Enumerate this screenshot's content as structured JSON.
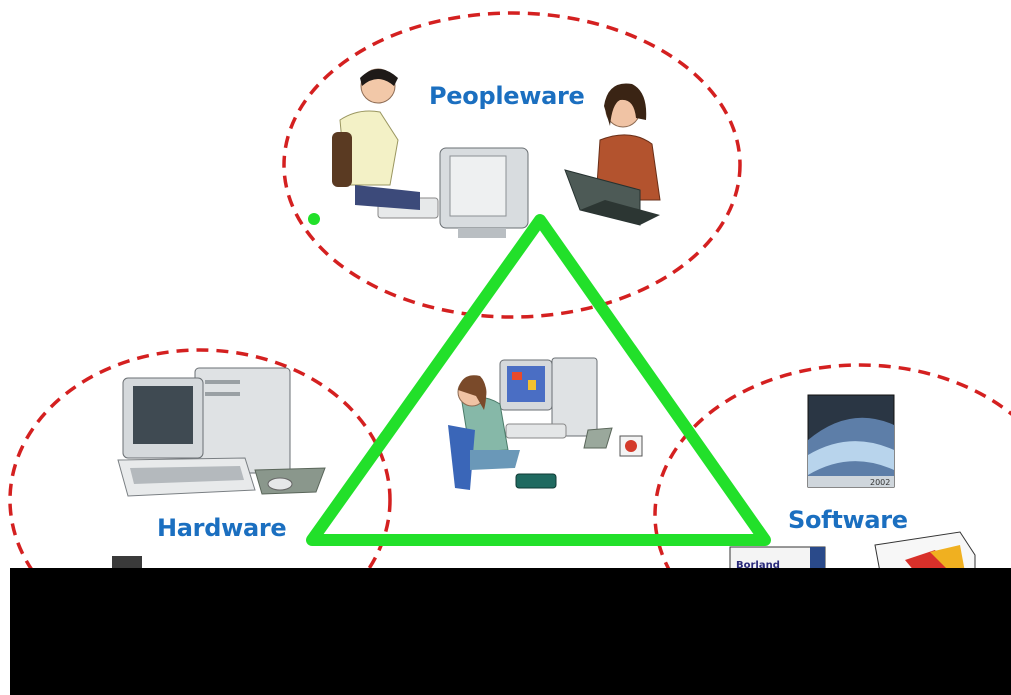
{
  "labels": {
    "peopleware": "Peopleware",
    "hardware": "Hardware",
    "software": "Software",
    "box_text": "Borland",
    "year_text": "2002"
  },
  "colors": {
    "label_blue": "#1b6fc0",
    "ellipse_dash": "#d42020",
    "triangle_green": "#22e02a",
    "redaction_bar": "#000000"
  },
  "icons": [
    "person-at-desktop-icon",
    "woman-with-laptop-icon",
    "woman-at-workstation-icon",
    "desktop-computer-icon",
    "mouse-icon",
    "software-box-icon",
    "software-cd-icon"
  ]
}
